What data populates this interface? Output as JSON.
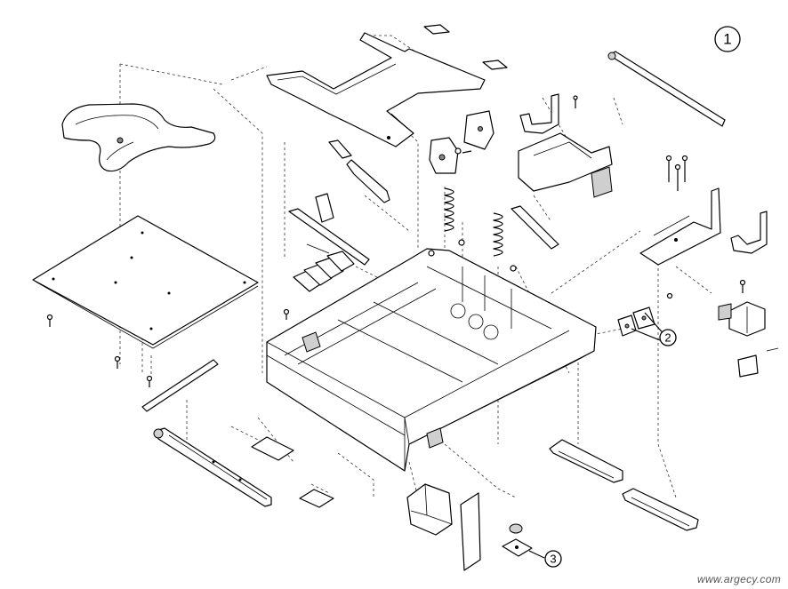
{
  "callouts": {
    "figure_number": "1",
    "item_2": "2",
    "item_3": "3"
  },
  "watermark": "www.argecy.com"
}
